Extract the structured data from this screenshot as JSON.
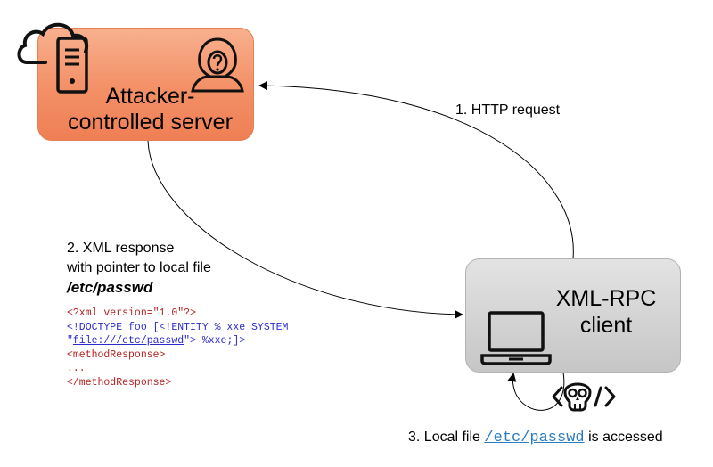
{
  "server": {
    "label": "Attacker-controlled server"
  },
  "client": {
    "label": "XML-RPC client"
  },
  "steps": {
    "step1": "1. HTTP request",
    "step2_line1": "2. XML response",
    "step2_line2": "with pointer to local file",
    "step2_file": "/etc/passwd",
    "step3_prefix": "3. Local file",
    "step3_path": "/etc/passwd",
    "step3_suffix": "is accessed"
  },
  "code": {
    "line1": "<?xml version=\"1.0\"?>",
    "line2_a": "<!DOCTYPE foo [<!ENTITY % xxe SYSTEM",
    "line3_q1": "\"",
    "line3_url": "file:///etc/passwd",
    "line3_rest": "\"> %xxe;]>",
    "line4": "<methodResponse>",
    "line5": "...",
    "line6": "</methodResponse>"
  },
  "icons": {
    "cloud": "cloud-icon",
    "server": "server-tower-icon",
    "hacker": "hooded-hacker-icon",
    "laptop": "laptop-icon",
    "skull": "skull-code-icon"
  },
  "colors": {
    "server_fill": "#f38f66",
    "client_fill": "#d0d0d0",
    "link_blue": "#2b7bc1",
    "code_red": "#b22222",
    "code_blue": "#2c2ccb"
  }
}
